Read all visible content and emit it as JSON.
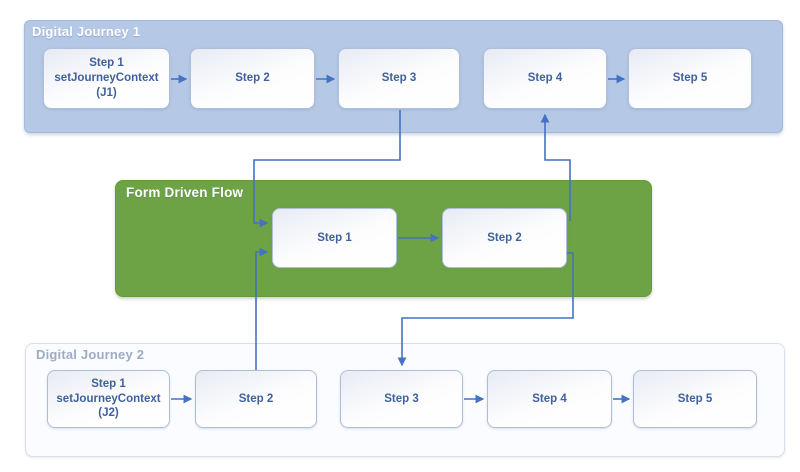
{
  "diagram": {
    "journey1": {
      "label": "Digital Journey 1",
      "steps": [
        {
          "line1": "Step 1",
          "line2": "setJourneyContext (J1)"
        },
        {
          "line1": "Step 2"
        },
        {
          "line1": "Step 3"
        },
        {
          "line1": "Step 4"
        },
        {
          "line1": "Step 5"
        }
      ]
    },
    "form_flow": {
      "label": "Form Driven Flow",
      "steps": [
        {
          "line1": "Step 1"
        },
        {
          "line1": "Step 2"
        }
      ]
    },
    "journey2": {
      "label": "Digital Journey 2",
      "steps": [
        {
          "line1": "Step 1",
          "line2": "setJourneyContext (J2)"
        },
        {
          "line1": "Step 2"
        },
        {
          "line1": "Step 3"
        },
        {
          "line1": "Step 4"
        },
        {
          "line1": "Step 5"
        }
      ]
    },
    "connections": [
      {
        "from": "journey1.step1",
        "to": "journey1.step2"
      },
      {
        "from": "journey1.step2",
        "to": "journey1.step3"
      },
      {
        "from": "journey1.step3",
        "to": "form_flow.step1"
      },
      {
        "from": "form_flow.step1",
        "to": "form_flow.step2"
      },
      {
        "from": "form_flow.step2",
        "to": "journey1.step4"
      },
      {
        "from": "journey1.step4",
        "to": "journey1.step5"
      },
      {
        "from": "journey2.step1",
        "to": "journey2.step2"
      },
      {
        "from": "journey2.step2",
        "to": "form_flow.step1"
      },
      {
        "from": "form_flow.step2",
        "to": "journey2.step3"
      },
      {
        "from": "journey2.step3",
        "to": "journey2.step4"
      },
      {
        "from": "journey2.step4",
        "to": "journey2.step5"
      }
    ],
    "colors": {
      "journey1_bg": "#b5c8e6",
      "form_flow_bg": "#6da344",
      "journey2_bg": "#fbfcff",
      "step_text": "#40619c",
      "connector": "#4472c4",
      "label_white": "#ffffff",
      "journey2_label": "#9dabc5"
    }
  }
}
